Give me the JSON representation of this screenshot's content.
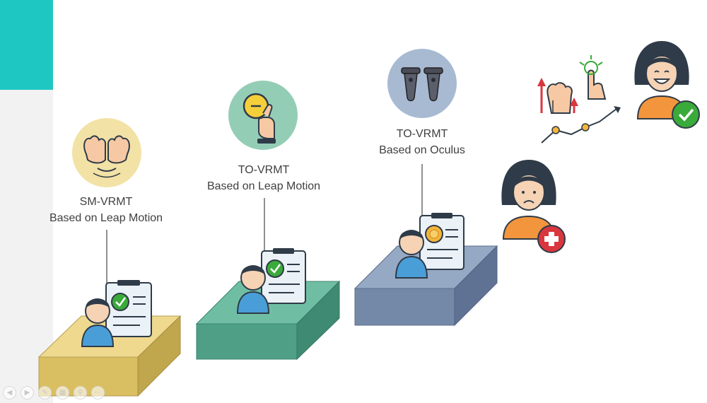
{
  "stages": [
    {
      "title": "SM-VRMT",
      "subtitle": "Based on Leap Motion",
      "icon": "hands-over-eyes-icon",
      "color": "#e8d28c",
      "circle": "#f3e2a6"
    },
    {
      "title": "TO-VRMT",
      "subtitle": "Based on Leap Motion",
      "icon": "hand-coin-icon",
      "color": "#5aa88f",
      "circle": "#94cdb5"
    },
    {
      "title": "TO-VRMT",
      "subtitle": "Based on Oculus",
      "icon": "vr-controllers-icon",
      "color": "#8496b2",
      "circle": "#a8bad2"
    }
  ],
  "outcomes": {
    "sad": "sad-patient-plus-icon",
    "happy": "happy-patient-check-icon",
    "growth": "fist-and-touch-growth-icon"
  },
  "colors": {
    "accent": "#1fc7c2",
    "text": "#404040",
    "check": "#3aaa3a",
    "plus": "#d9363e"
  },
  "nav": {
    "icons": [
      "prev-icon",
      "next-icon",
      "pen-icon",
      "slides-icon",
      "search-icon",
      "more-icon"
    ]
  }
}
